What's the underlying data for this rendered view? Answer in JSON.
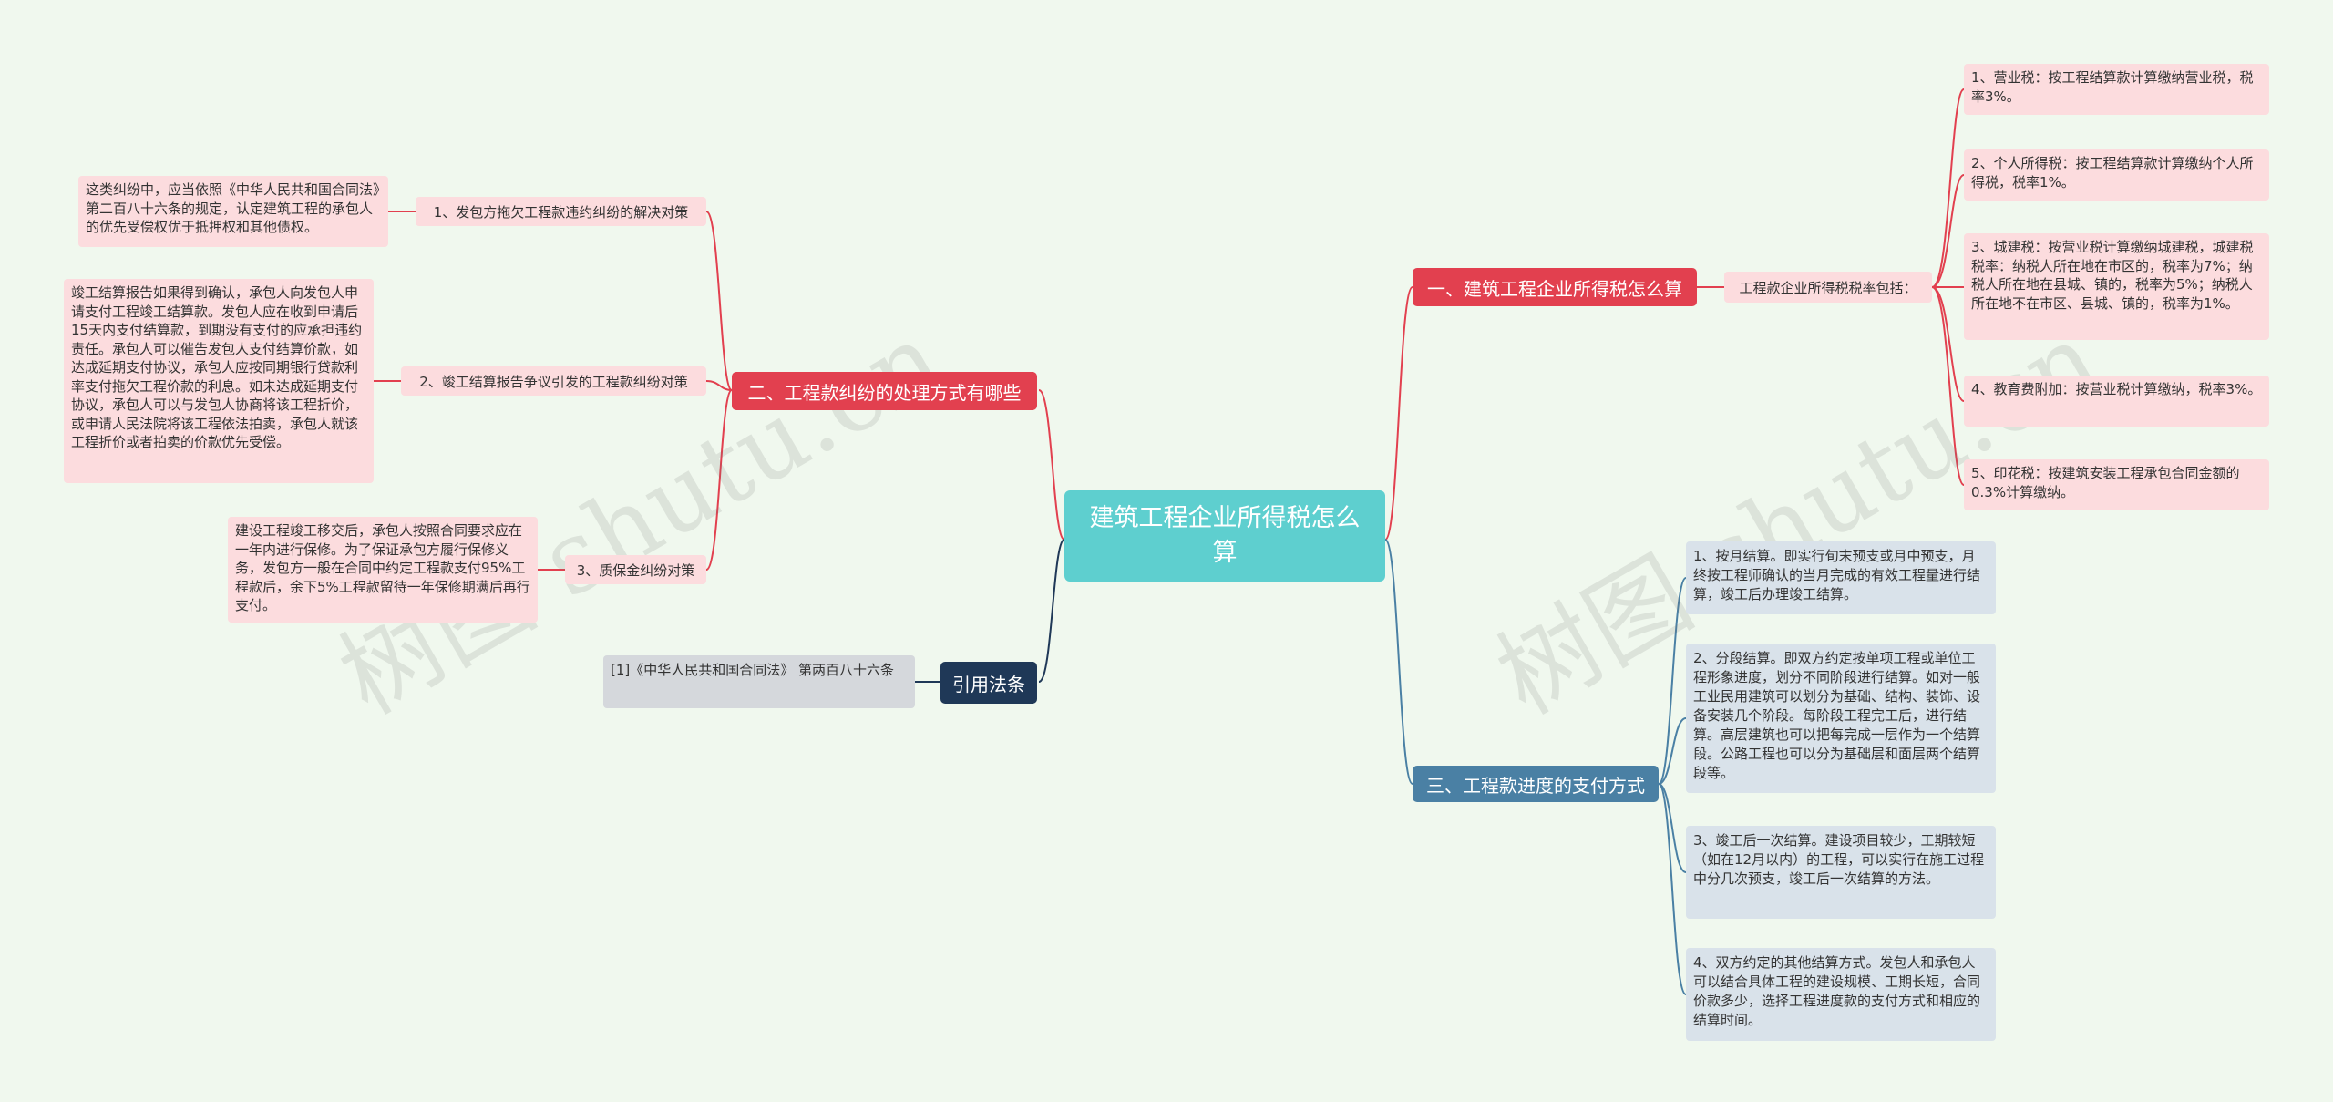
{
  "root": {
    "title": "建筑工程企业所得税怎么算"
  },
  "colors": {
    "root": "#5ecfcf",
    "red_branch": "#e2404f",
    "blue_branch": "#4a80a4",
    "navy_branch": "#1f3857",
    "pink_leaf": "#fcdcde",
    "blue_leaf": "#d9e2ea"
  },
  "branch1": {
    "label": "一、建筑工程企业所得税怎么算",
    "sub_label": "工程款企业所得税税率包括：",
    "items": [
      "1、营业税：按工程结算款计算缴纳营业税，税率3%。",
      "2、个人所得税：按工程结算款计算缴纳个人所得税，税率1%。",
      "3、城建税：按营业税计算缴纳城建税，城建税税率：纳税人所在地在市区的，税率为7%；纳税人所在地在县城、镇的，税率为5%；纳税人所在地不在市区、县城、镇的，税率为1%。",
      "4、教育费附加：按营业税计算缴纳，税率3%。",
      "5、印花税：按建筑安装工程承包合同金额的0.3%计算缴纳。"
    ]
  },
  "branch2": {
    "label": "二、工程款纠纷的处理方式有哪些",
    "items": [
      {
        "label": "1、发包方拖欠工程款违约纠纷的解决对策",
        "detail": "这类纠纷中，应当依照《中华人民共和国合同法》第二百八十六条的规定，认定建筑工程的承包人的优先受偿权优于抵押权和其他债权。"
      },
      {
        "label": "2、竣工结算报告争议引发的工程款纠纷对策",
        "detail": "竣工结算报告如果得到确认，承包人向发包人申请支付工程竣工结算款。发包人应在收到申请后15天内支付结算款，到期没有支付的应承担违约责任。承包人可以催告发包人支付结算价款，如达成延期支付协议，承包人应按同期银行贷款利率支付拖欠工程价款的利息。如未达成延期支付协议，承包人可以与发包人协商将该工程折价，或申请人民法院将该工程依法拍卖，承包人就该工程折价或者拍卖的价款优先受偿。"
      },
      {
        "label": "3、质保金纠纷对策",
        "detail": "建设工程竣工移交后，承包人按照合同要求应在一年内进行保修。为了保证承包方履行保修义务，发包方一般在合同中约定工程款支付95%工程款后，余下5%工程款留待一年保修期满后再行支付。"
      }
    ]
  },
  "branch3": {
    "label": "三、工程款进度的支付方式",
    "items": [
      "1、按月结算。即实行旬末预支或月中预支，月终按工程师确认的当月完成的有效工程量进行结算，竣工后办理竣工结算。",
      "2、分段结算。即双方约定按单项工程或单位工程形象进度，划分不同阶段进行结算。如对一般工业民用建筑可以划分为基础、结构、装饰、设备安装几个阶段。每阶段工程完工后，进行结算。高层建筑也可以把每完成一层作为一个结算段。公路工程也可以分为基础层和面层两个结算段等。",
      "3、竣工后一次结算。建设项目较少，工期较短（如在12月以内）的工程，可以实行在施工过程中分几次预支，竣工后一次结算的方法。",
      "4、双方约定的其他结算方式。发包人和承包人可以结合具体工程的建设规模、工期长短，合同价款多少，选择工程进度款的支付方式和相应的结算时间。"
    ]
  },
  "branch4": {
    "label": "引用法条",
    "items": [
      "[1]《中华人民共和国合同法》 第两百八十六条"
    ]
  },
  "watermark": [
    "树图 shutu.cn",
    "树图 shutu.cn"
  ]
}
